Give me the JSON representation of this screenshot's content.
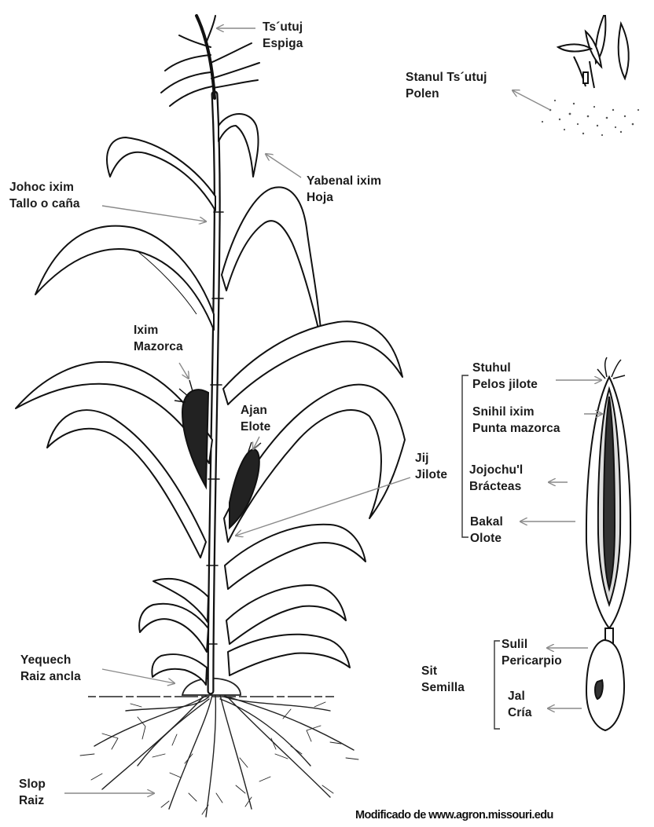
{
  "labels": {
    "espiga": {
      "local": "Ts´utuj",
      "spanish": "Espiga"
    },
    "polen": {
      "local": "Stanul Ts´utuj",
      "spanish": "Polen"
    },
    "tallo": {
      "local": "Johoc ixim",
      "spanish": "Tallo o caña"
    },
    "hoja": {
      "local": "Yabenal ixim",
      "spanish": "Hoja"
    },
    "mazorca": {
      "local": "Ixim",
      "spanish": "Mazorca"
    },
    "elote": {
      "local": "Ajan",
      "spanish": "Elote"
    },
    "jilote": {
      "local": "Jij",
      "spanish": "Jilote"
    },
    "pelos": {
      "local": "Stuhul",
      "spanish": "Pelos jilote"
    },
    "punta": {
      "local": "Snihil ixim",
      "spanish": "Punta mazorca"
    },
    "bracteas": {
      "local": "Jojochu'l",
      "spanish": "Brácteas"
    },
    "olote": {
      "local": "Bakal",
      "spanish": "Olote"
    },
    "raizancla": {
      "local": "Yequech",
      "spanish": "Raiz ancla"
    },
    "semilla": {
      "local": "Sit",
      "spanish": "Semilla"
    },
    "pericarpio": {
      "local": "Sulil",
      "spanish": "Pericarpio"
    },
    "cria": {
      "local": "Jal",
      "spanish": "Cría"
    },
    "raiz": {
      "local": "Slop",
      "spanish": "Raiz"
    }
  },
  "credit": "Modificado de www.agron.missouri.edu",
  "colors": {
    "ink": "#1b1b1b",
    "paper": "#ffffff",
    "arrow": "#8a8a8a"
  }
}
